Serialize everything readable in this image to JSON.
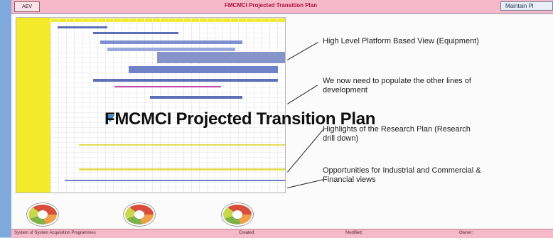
{
  "app": {
    "logo_text": "AEV",
    "title": "FMCMCI Projected Transition Plan",
    "maintain_button": "Maintain Pl"
  },
  "overlay": {
    "headline": "FMCMCI Projected Transition Plan"
  },
  "callouts": [
    "High Level Platform Based View (Equipment)",
    "We now need to populate the other lines of development",
    "Highlights of the Research Plan (Research drill down)",
    "Opportunities for Industrial and Commercial & Financial views"
  ],
  "footer": {
    "left": "System of System Acquisition Programmes",
    "created": "Created:",
    "modified": "Modified:",
    "owner": "Owner:"
  }
}
